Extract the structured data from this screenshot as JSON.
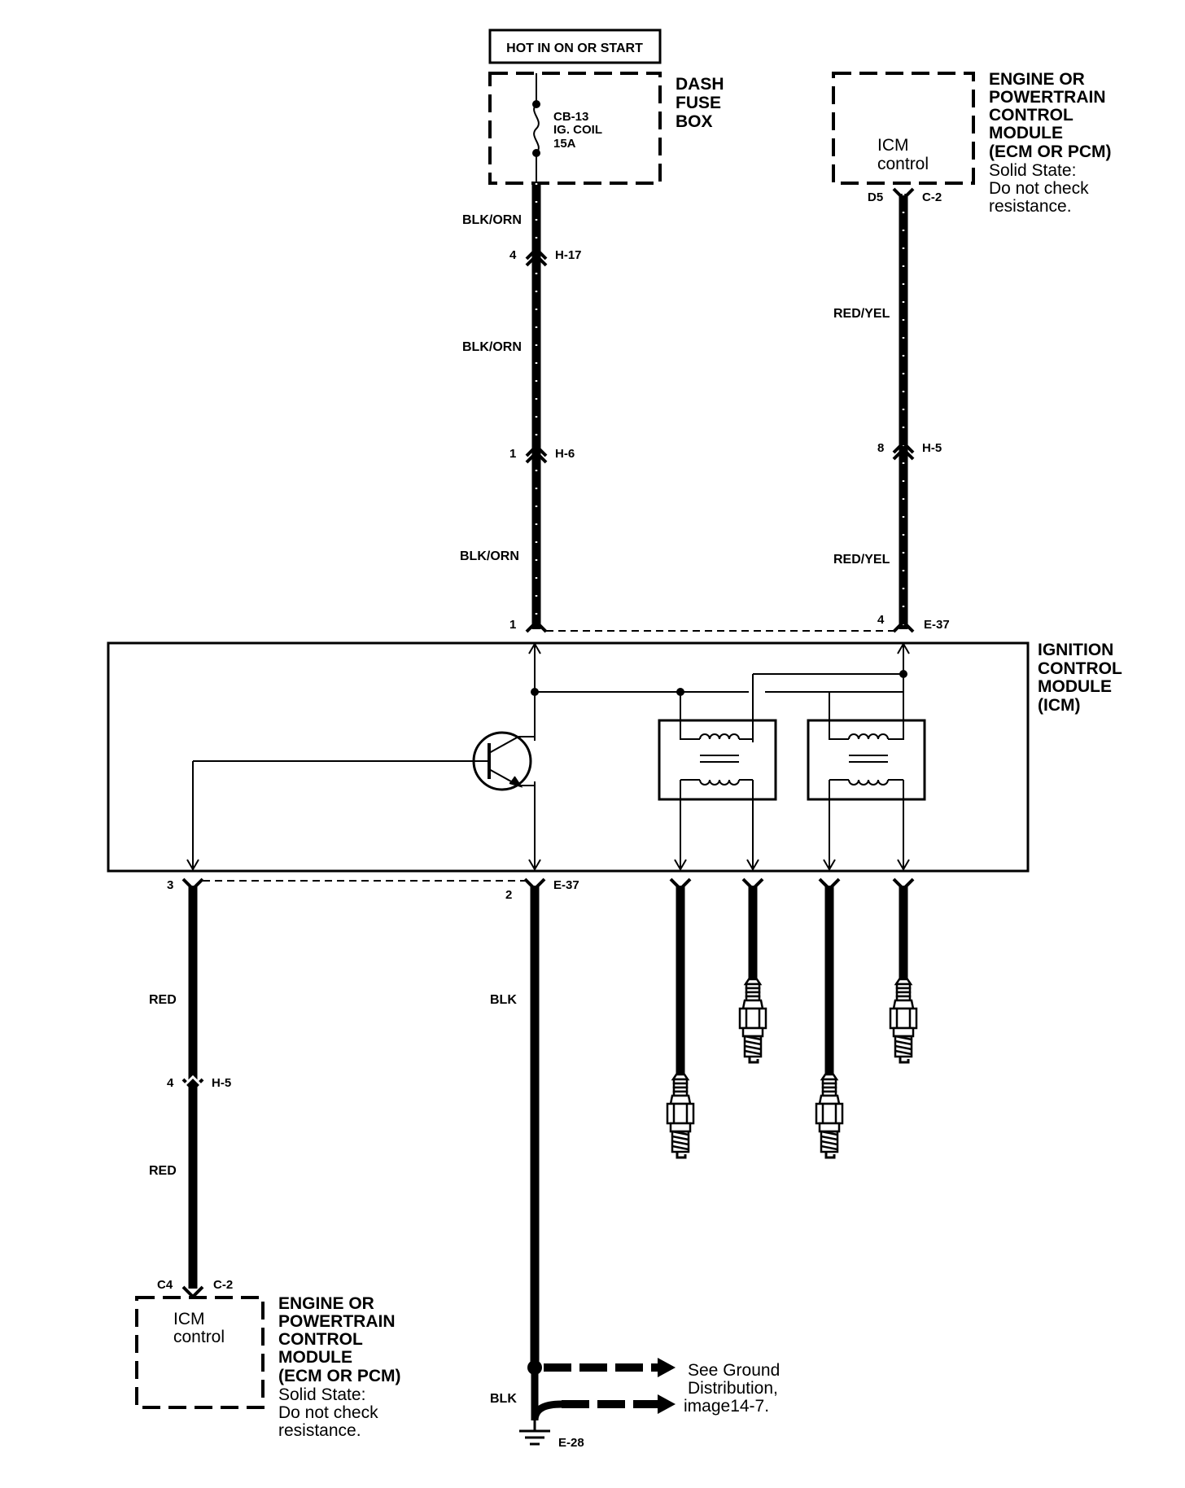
{
  "header": {
    "hot_label": "HOT IN ON OR START"
  },
  "fuse_box": {
    "lines": [
      "DASH",
      "FUSE",
      "BOX"
    ],
    "fuse_lines": [
      "CB-13",
      "IG. COIL",
      "15A"
    ]
  },
  "ecm_top": {
    "heading": [
      "ENGINE OR",
      "POWERTRAIN",
      "CONTROL",
      "MODULE",
      "(ECM OR PCM)"
    ],
    "note": [
      "Solid State:",
      "Do not check",
      "resistance."
    ],
    "inner": [
      "ICM",
      "control"
    ],
    "pin": "D5",
    "connector": "C-2"
  },
  "ecm_bottom": {
    "heading": [
      "ENGINE OR",
      "POWERTRAIN",
      "CONTROL",
      "MODULE",
      "(ECM OR PCM)"
    ],
    "note": [
      "Solid State:",
      "Do not check",
      "resistance."
    ],
    "inner": [
      "ICM",
      "control"
    ],
    "pin": "C4",
    "connector": "C-2"
  },
  "icm": {
    "heading": [
      "IGNITION",
      "CONTROL",
      "MODULE",
      "(ICM)"
    ]
  },
  "wires": {
    "left_top_1": "BLK/ORN",
    "left_top_2": "BLK/ORN",
    "left_top_3": "BLK/ORN",
    "right_top_1": "RED/YEL",
    "right_top_2": "RED/YEL",
    "red_1": "RED",
    "red_2": "RED",
    "blk_1": "BLK",
    "blk_2": "BLK"
  },
  "connectors": {
    "h17_pin": "4",
    "h17": "H-17",
    "h6_pin": "1",
    "h6": "H-6",
    "h5_top_pin": "8",
    "h5_top": "H-5",
    "e37_top_left_pin": "1",
    "e37_top_right_pin": "4",
    "e37_top": "E-37",
    "e37_bot_left_pin": "3",
    "e37_bot_mid_pin": "2",
    "e37_bot": "E-37",
    "h5_bot_pin": "4",
    "h5_bot": "H-5",
    "e28": "E-28"
  },
  "ground_note": [
    "See Ground",
    "Distribution,",
    "image14-7."
  ]
}
